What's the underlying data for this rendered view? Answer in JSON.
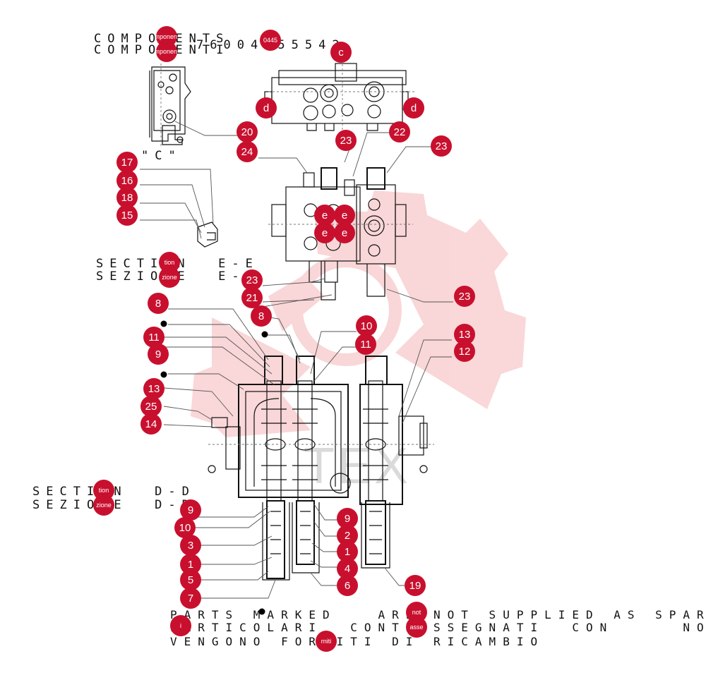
{
  "header": {
    "line1": "COMPONENTS",
    "line2": "COMPONENTI",
    "part_number": "76004455542"
  },
  "labels": {
    "view_c": "\"C\"",
    "section_e_en": "SECTION  E-E",
    "section_e_it": "SEZIONE  E-E",
    "section_d_en": "SECTION  D-D",
    "section_d_it": "SEZIONE  D-D"
  },
  "footer": {
    "line1": "PARTS MARKED   ARE NOT SUPPLIED AS SPARES",
    "line2": "PARTICOLARI  CONTRASSEGNATI  CON     NON",
    "line3": "VENGONO FORNITI DI RICAMBIO"
  },
  "callouts": [
    {
      "label": "mponent"
    },
    {
      "label": "mponent"
    },
    {
      "label": "0445"
    },
    {
      "label": "c"
    },
    {
      "label": "d"
    },
    {
      "label": "d"
    },
    {
      "label": "20"
    },
    {
      "label": "24"
    },
    {
      "label": "23"
    },
    {
      "label": "22"
    },
    {
      "label": "23"
    },
    {
      "label": "17"
    },
    {
      "label": "16"
    },
    {
      "label": "18"
    },
    {
      "label": "15"
    },
    {
      "label": "e"
    },
    {
      "label": "e"
    },
    {
      "label": "e"
    },
    {
      "label": "e"
    },
    {
      "label": "tion"
    },
    {
      "label": "zione"
    },
    {
      "label": "23"
    },
    {
      "label": "21"
    },
    {
      "label": "23"
    },
    {
      "label": "8"
    },
    {
      "label": "8"
    },
    {
      "label": "10"
    },
    {
      "label": "11"
    },
    {
      "label": "11"
    },
    {
      "label": "9"
    },
    {
      "label": "13"
    },
    {
      "label": "12"
    },
    {
      "label": "13"
    },
    {
      "label": "25"
    },
    {
      "label": "14"
    },
    {
      "label": "tion"
    },
    {
      "label": "zione"
    },
    {
      "label": "9"
    },
    {
      "label": "10"
    },
    {
      "label": "3"
    },
    {
      "label": "1"
    },
    {
      "label": "5"
    },
    {
      "label": "7"
    },
    {
      "label": "9"
    },
    {
      "label": "2"
    },
    {
      "label": "1"
    },
    {
      "label": "4"
    },
    {
      "label": "6"
    },
    {
      "label": "19"
    },
    {
      "label": "not"
    },
    {
      "label": "i"
    },
    {
      "label": "asse"
    },
    {
      "label": "rniti"
    }
  ],
  "colors": {
    "callout": "#c8102e",
    "watermark": "#e8474f"
  },
  "watermark": {
    "text": "TEX",
    "icon": "gear-logo-icon"
  }
}
